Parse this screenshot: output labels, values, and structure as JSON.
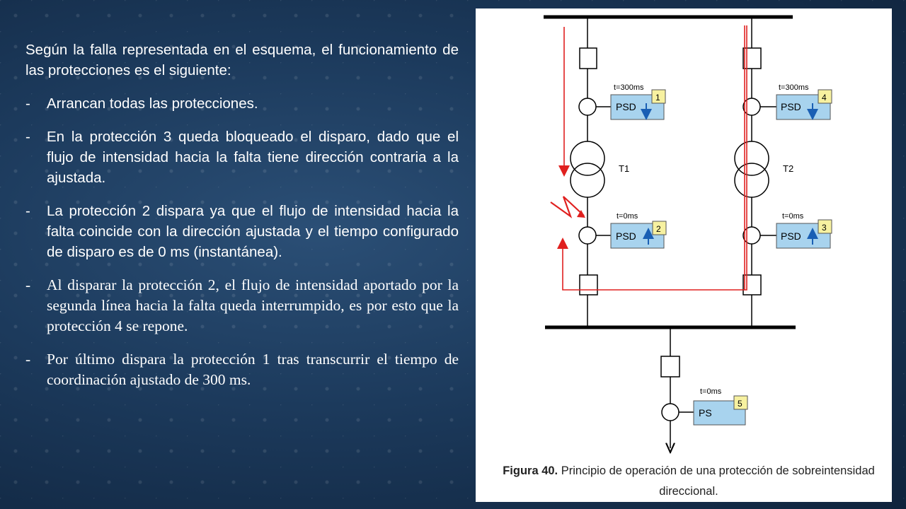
{
  "text": {
    "intro": "Según la falla representada en el esquema, el funcionamiento de las protecciones es el siguiente:",
    "bullet_dash": "-",
    "bullets": [
      "Arrancan todas las protecciones.",
      "En la protección 3 queda bloqueado el disparo, dado que el flujo de intensidad hacia la falta tiene dirección contraria a la ajustada.",
      "La protección 2 dispara ya que el flujo de intensidad hacia la falta coincide con la dirección ajustada y el tiempo configurado de disparo es de 0 ms (instantánea).",
      "Al disparar la protección 2, el flujo de intensidad aportado por la segunda línea hacia la falta queda interrumpido, es por esto que la protección 4 se repone.",
      "Por último dispara la protección 1 tras transcurrir el tiempo de coordinación ajustado de 300 ms."
    ]
  },
  "figure": {
    "caption_label": "Figura 40.",
    "caption_text": " Principio de operación de una protección de sobreintensidad direccional.",
    "transformers": [
      "T1",
      "T2"
    ],
    "relays": [
      {
        "number": "1",
        "type": "PSD",
        "time": "t=300ms",
        "direction": "down"
      },
      {
        "number": "2",
        "type": "PSD",
        "time": "t=0ms",
        "direction": "up"
      },
      {
        "number": "3",
        "type": "PSD",
        "time": "t=0ms",
        "direction": "up"
      },
      {
        "number": "4",
        "type": "PSD",
        "time": "t=300ms",
        "direction": "down"
      },
      {
        "number": "5",
        "type": "PS",
        "time": "t=0ms",
        "direction": "none"
      }
    ],
    "colors": {
      "line": "#000000",
      "fault_path": "#e0201f",
      "relay_fill": "#a8d3ee",
      "relay_number_fill": "#f7f1a0",
      "relay_arrow": "#1a5fb4"
    }
  }
}
